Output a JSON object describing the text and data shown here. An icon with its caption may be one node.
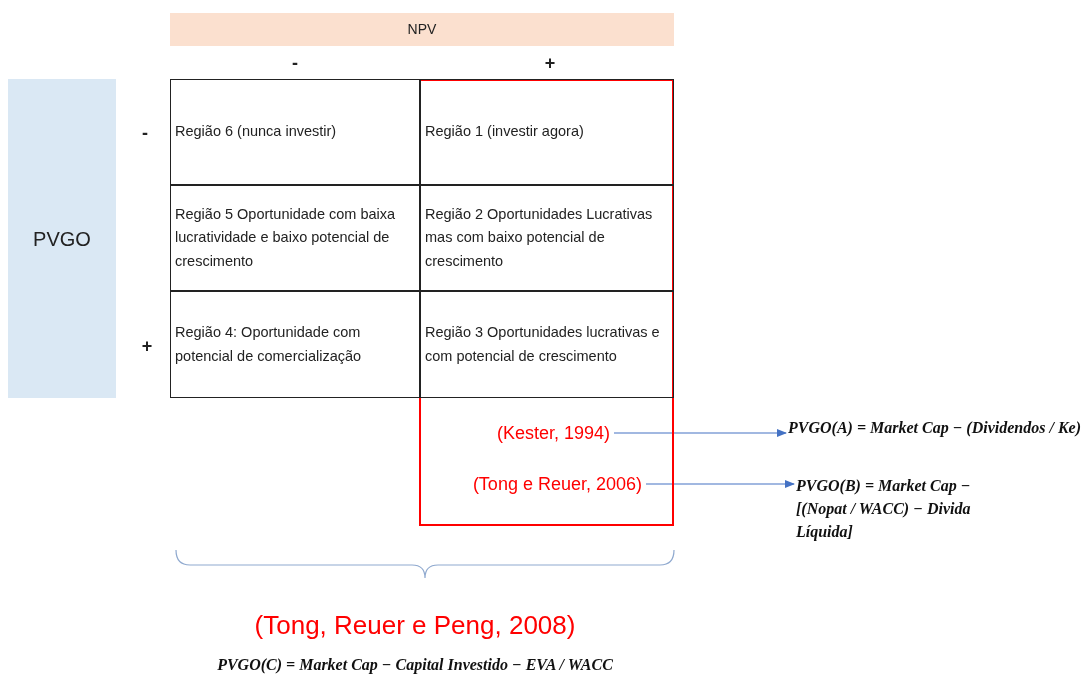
{
  "diagram": {
    "nodes": [
      {
        "text": [
          "NPV"
        ]
      },
      {
        "text": [
          "PVGO"
        ]
      },
      {
        "text": [],
        "shape": "box"
      },
      {
        "text": [
          "Região 6 (nunca investir)"
        ]
      },
      {
        "text": [
          "Região 1 (investir agora)"
        ],
        "in": 2
      },
      {
        "text": [
          "Região 5 Oportunidade com baixa lucratividade e baixo potencial de crescimento"
        ]
      },
      {
        "text": [
          "Região 2 Oportunidades Lucrativas mas com baixo potencial de crescimento"
        ],
        "in": 2
      },
      {
        "text": [
          "Região 4: Oportunidade com potencial de comercialização"
        ]
      },
      {
        "text": [
          "Região 3 Oportunidades lucrativas e com potencial de crescimento"
        ],
        "in": 2
      },
      {
        "text": [
          "(Kester, 1994)"
        ],
        "in": 2
      },
      {
        "text": [
          "(Tong e Reuer, 2006)"
        ],
        "in": 2
      },
      {
        "text": [
          "PVGO(A) = Market Cap − (Dividendos / Ke)"
        ]
      },
      {
        "text": [
          "PVGO(B) = Market Cap − [(Nopat / WACC) − Divida Líquida]"
        ]
      }
    ],
    "edges": [
      {
        "from": 9,
        "to": 11,
        "arrow": "to"
      },
      {
        "from": 10,
        "to": 12,
        "arrow": "to"
      }
    ],
    "labels": [
      "-",
      "+",
      "-",
      "+",
      "(Tong, Reuer e Peng, 2008)",
      "PVGO(C) = Market Cap − Capital Investido − EVA / WACC"
    ]
  }
}
